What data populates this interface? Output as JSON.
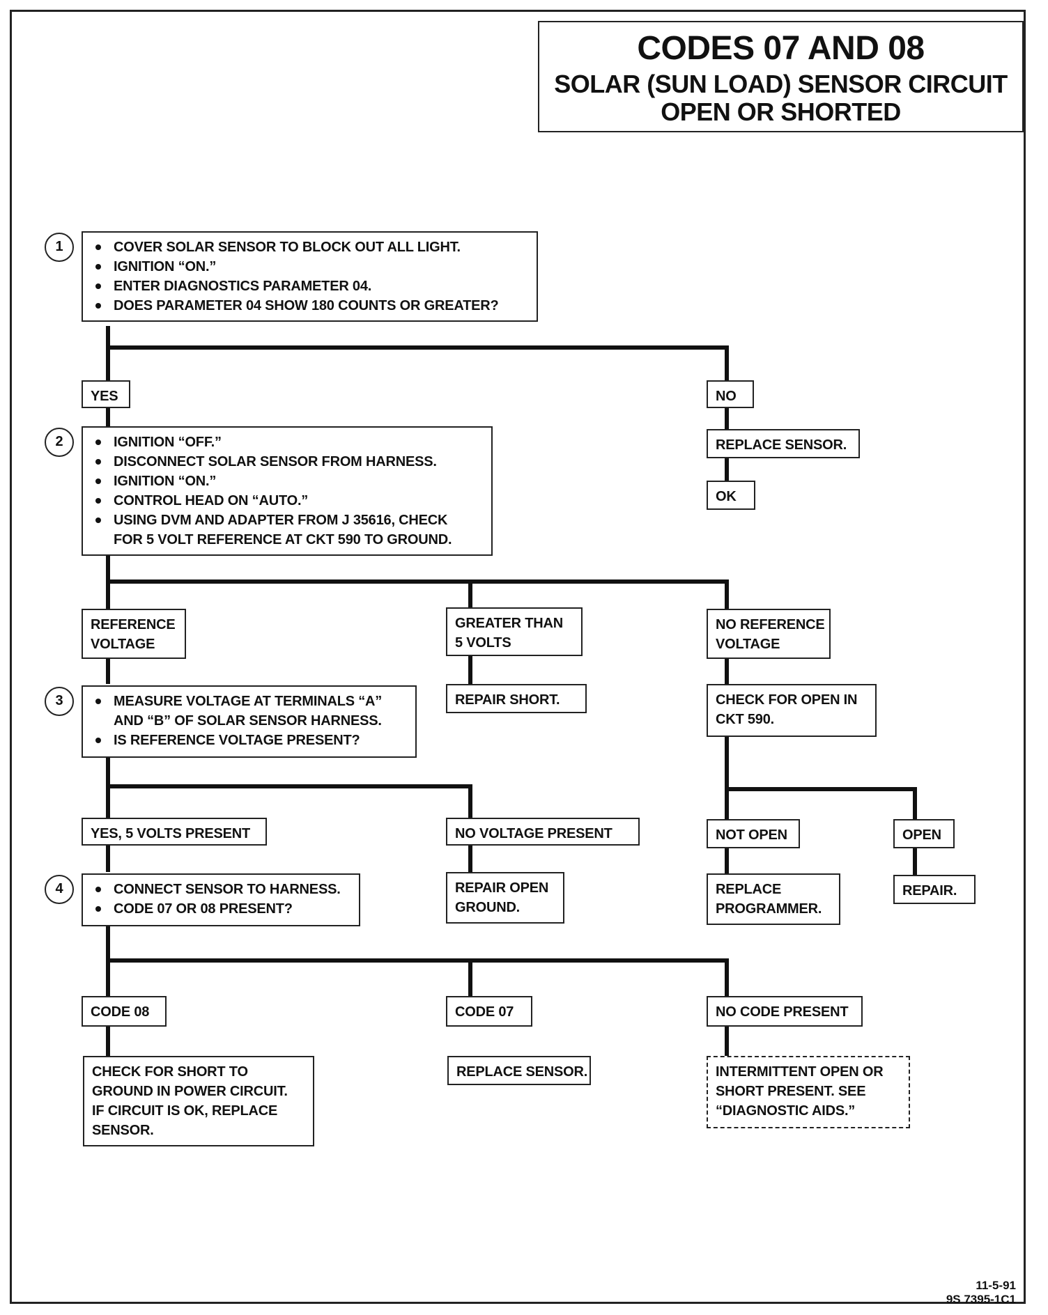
{
  "header": {
    "title": "CODES 07 AND 08",
    "subtitle_line1": "SOLAR (SUN LOAD) SENSOR CIRCUIT",
    "subtitle_line2": "OPEN OR SHORTED"
  },
  "steps": {
    "s1": {
      "number": "1",
      "items": [
        "COVER SOLAR SENSOR TO BLOCK OUT ALL LIGHT.",
        "IGNITION “ON.”",
        "ENTER DIAGNOSTICS PARAMETER 04.",
        "DOES PARAMETER 04 SHOW 180 COUNTS OR GREATER?"
      ]
    },
    "s2": {
      "number": "2",
      "items": [
        "IGNITION “OFF.”",
        "DISCONNECT SOLAR SENSOR FROM HARNESS.",
        "IGNITION “ON.”",
        "CONTROL HEAD ON “AUTO.”",
        "USING DVM AND ADAPTER FROM J 35616, CHECK"
      ],
      "item5_line2": "FOR 5 VOLT REFERENCE AT CKT 590 TO GROUND."
    },
    "s3": {
      "number": "3",
      "item1_line1": "MEASURE VOLTAGE AT TERMINALS “A”",
      "item1_line2": "AND “B” OF SOLAR SENSOR HARNESS.",
      "item2": "IS REFERENCE VOLTAGE PRESENT?"
    },
    "s4": {
      "number": "4",
      "items": [
        "CONNECT SENSOR TO HARNESS.",
        "CODE 07 OR 08 PRESENT?"
      ]
    }
  },
  "branch1": {
    "yes": "YES",
    "no": "NO",
    "no_action": "REPLACE SENSOR.",
    "no_result": "OK"
  },
  "branch2": {
    "ref_line1": "REFERENCE",
    "ref_line2": "VOLTAGE",
    "gt_line1": "GREATER THAN",
    "gt_line2": "5 VOLTS",
    "gt_action": "REPAIR SHORT.",
    "noref_line1": "NO REFERENCE",
    "noref_line2": "VOLTAGE",
    "noref_action_line1": "CHECK FOR OPEN IN",
    "noref_action_line2": "CKT 590."
  },
  "branch3": {
    "yes": "YES, 5 VOLTS PRESENT",
    "no": "NO VOLTAGE PRESENT",
    "no_action_line1": "REPAIR OPEN",
    "no_action_line2": "GROUND.",
    "not_open": "NOT OPEN",
    "open": "OPEN",
    "not_open_action_line1": "REPLACE",
    "not_open_action_line2": "PROGRAMMER.",
    "open_action": "REPAIR."
  },
  "branch4": {
    "code08": "CODE 08",
    "code07": "CODE 07",
    "nocode": "NO CODE PRESENT",
    "code08_action": [
      "CHECK FOR SHORT TO",
      "GROUND IN POWER CIRCUIT.",
      "IF CIRCUIT IS OK, REPLACE",
      "SENSOR."
    ],
    "code07_action": "REPLACE SENSOR.",
    "nocode_action": [
      "INTERMITTENT OPEN OR",
      "SHORT PRESENT.  SEE",
      "“DIAGNOSTIC AIDS.”"
    ]
  },
  "footer": {
    "date": "11-5-91",
    "ref": "9S 7395-1C1"
  }
}
